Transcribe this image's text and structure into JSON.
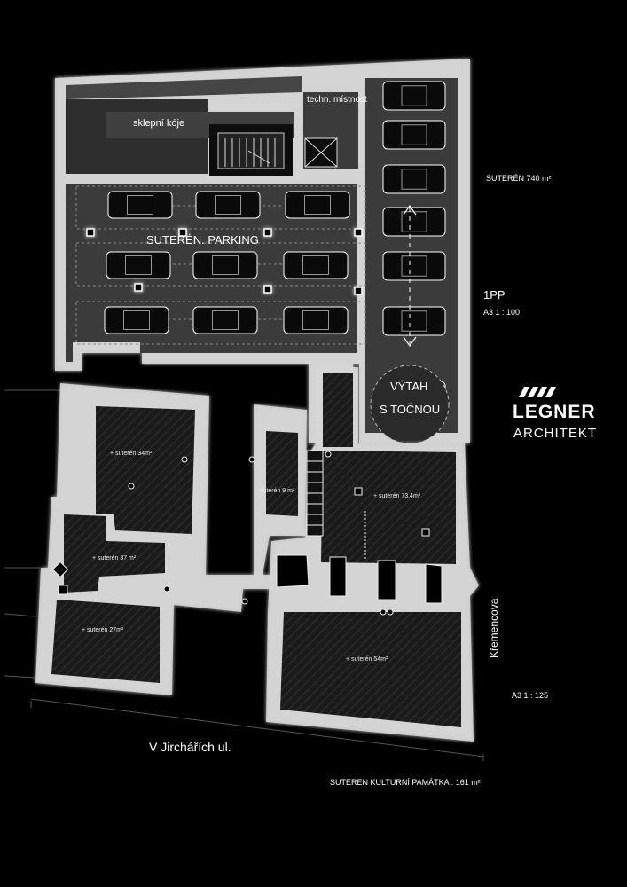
{
  "plan": {
    "rooms": {
      "storage": "sklepní kóje",
      "tech_room": "techn. místnost",
      "parking": "SUTERÉN. PARKING",
      "lift_line1": "VÝTAH",
      "lift_line2": "S TOČNOU",
      "cellar_34": "+ suterén 34m²",
      "cellar_9": "suterén 9 m²",
      "cellar_73": "+ suterén 73,4m²",
      "cellar_37": "+ suterén 37 m²",
      "cellar_27": "+ suterén 27m²",
      "cellar_54": "+ suterén 54m²"
    },
    "streets": {
      "south": "V Jirchářích ul.",
      "east": "Křemencova"
    }
  },
  "info": {
    "area_basement": "SUTERÉN 740 m²",
    "floor_code": "1PP",
    "scale_top": "A3   1 : 100",
    "scale_bottom": "A3   1 : 125",
    "heritage_area": "SUTEREN KULTURNÍ PAMÁTKA :  161 m²"
  },
  "brand": {
    "name": "LEGNER",
    "sub": "ARCHITEKT"
  },
  "colors": {
    "background": "#000000",
    "wall": "#d6d6d6",
    "floor": "#1c1c1c",
    "text": "#ffffff"
  }
}
